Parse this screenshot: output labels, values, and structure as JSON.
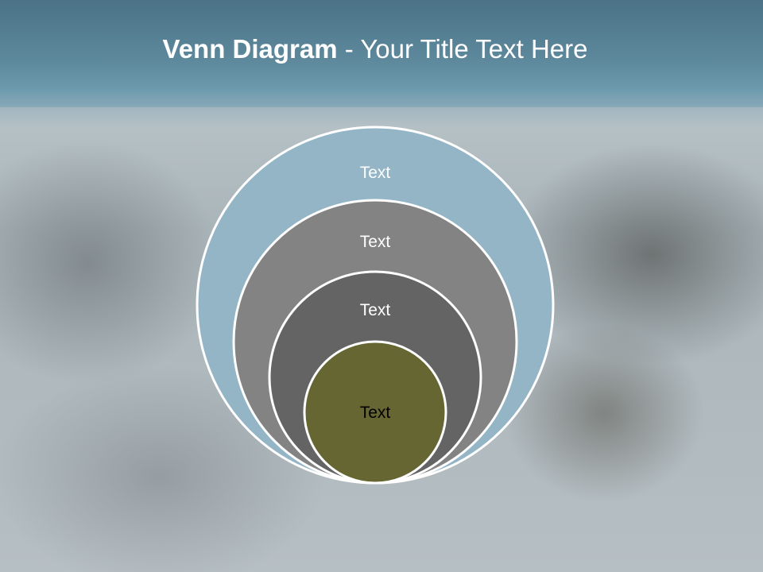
{
  "slide": {
    "title_bold": "Venn Diagram",
    "title_rest": " - Your Title Text Here"
  },
  "diagram": {
    "layers": [
      {
        "label": "Text",
        "fill": "#93b5c6",
        "text_color": "#ffffff"
      },
      {
        "label": "Text",
        "fill": "#838383",
        "text_color": "#ffffff"
      },
      {
        "label": "Text",
        "fill": "#646464",
        "text_color": "#ffffff"
      },
      {
        "label": "Text",
        "fill": "#666633",
        "text_color": "#000000"
      }
    ],
    "outline_color": "#ffffff"
  }
}
